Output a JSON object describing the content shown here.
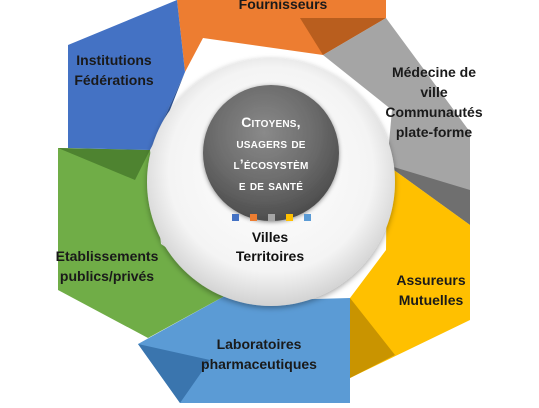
{
  "segments": [
    {
      "id": "fournisseurs",
      "lines": [
        "Fournisseurs"
      ],
      "color": "#ED7D31",
      "color_dark": "#B95E1E",
      "text_color": "#1a1a1a"
    },
    {
      "id": "medecine",
      "lines": [
        "Médecine de",
        "ville",
        "Communautés",
        "plate-forme"
      ],
      "color": "#A5A5A5",
      "color_dark": "#6F6F6F",
      "text_color": "#1a1a1a"
    },
    {
      "id": "assureurs",
      "lines": [
        "Assureurs",
        "Mutuelles"
      ],
      "color": "#FFC000",
      "color_dark": "#C99400",
      "text_color": "#1a1a1a"
    },
    {
      "id": "laboratoires",
      "lines": [
        "Laboratoires",
        "pharmaceutiques"
      ],
      "color": "#5B9BD5",
      "color_dark": "#3A75AE",
      "text_color": "#1a1a1a"
    },
    {
      "id": "etablissements",
      "lines": [
        "Etablissements",
        "publics/privés"
      ],
      "color": "#70AD47",
      "color_dark": "#4E8330",
      "text_color": "#1a1a1a"
    },
    {
      "id": "institutions",
      "lines": [
        "Institutions",
        "Fédérations"
      ],
      "color": "#4472C4",
      "color_dark": "#2E5496",
      "text_color": "#1a1a1a"
    }
  ],
  "center": {
    "lines": [
      "Citoyens,",
      "usagers de",
      "l’écosystèm",
      "e de santé"
    ],
    "bottom_lines": [
      "Villes",
      "Territoires"
    ],
    "dot_colors": [
      "#4472C4",
      "#ED7D31",
      "#A5A5A5",
      "#FFC000",
      "#5B9BD5"
    ]
  }
}
